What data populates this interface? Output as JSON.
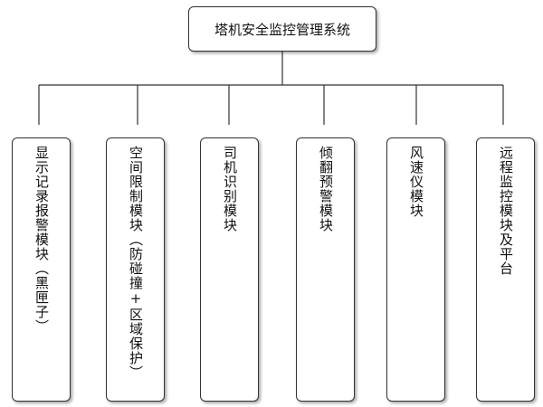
{
  "root": {
    "label": "塔机安全监控管理系统"
  },
  "modules": [
    {
      "label": "显示记录报警模块（黑匣子）"
    },
    {
      "label": "空间限制模块（防碰撞+区域保护）"
    },
    {
      "label": "司机识别模块"
    },
    {
      "label": "倾翻预警模块"
    },
    {
      "label": "风速仪模块"
    },
    {
      "label": "远程监控模块及平台"
    }
  ]
}
